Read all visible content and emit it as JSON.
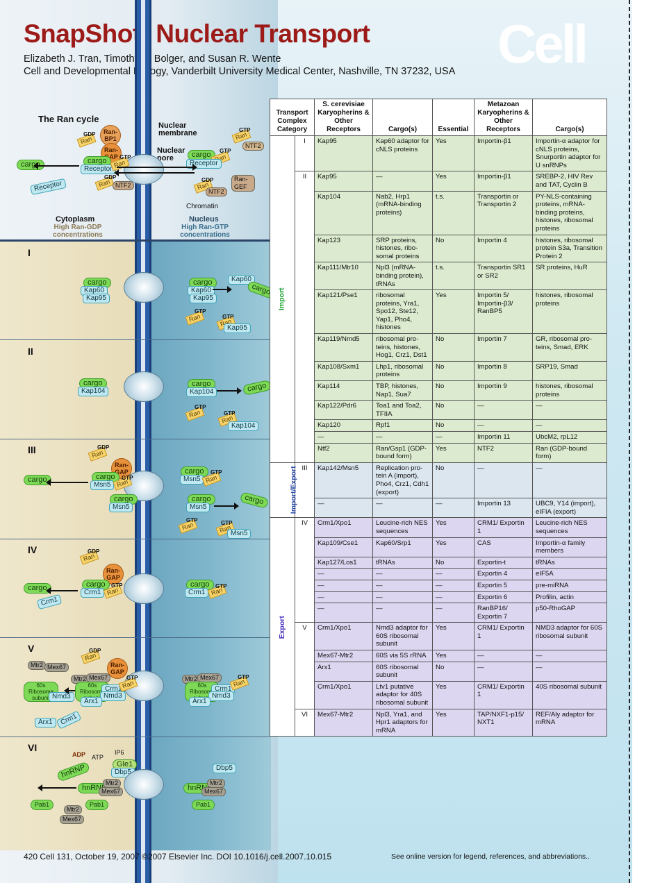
{
  "header": {
    "title": "SnapShot: Nuclear Transport",
    "authors": "Elizabeth J. Tran, Timothy A. Bolger, and Susan R. Wente",
    "affiliation": "Cell and Developmental Biology, Vanderbilt University Medical Center, Nashville, TN 37232, USA",
    "journal_logo": "Cell"
  },
  "figure": {
    "ran_cycle_title": "The Ran cycle",
    "nuclear_membrane": "Nuclear membrane",
    "nuclear_pore": "Nuclear pore",
    "chromatin": "Chromatin",
    "cytoplasm": "Cytoplasm",
    "cytoplasm_note": "High Ran-GDP concentrations",
    "nucleus": "Nucleus",
    "nucleus_note": "High Ran-GTP concentrations",
    "cargo": "cargo",
    "receptor": "Receptor",
    "ran": "Ran",
    "gtp": "GTP",
    "gdp": "GDP",
    "ranbp1": "Ran-BP1",
    "rangap": "Ran-GAP",
    "rangef": "Ran-GEF",
    "ntf2": "NTF2",
    "sections": [
      "I",
      "II",
      "III",
      "IV",
      "V",
      "VI"
    ],
    "kap60": "Kap60",
    "kap95": "Kap95",
    "kap104": "Kap104",
    "msn5": "Msn5",
    "crm1": "Crm1",
    "mtr2": "Mtr2",
    "mex67": "Mex67",
    "ribosome": "60s Ribosome subunit",
    "nmd3": "Nmd3",
    "arx1": "Arx1",
    "adp": "ADP",
    "atp": "ATP",
    "ip6": "IP6",
    "gle1": "Gle1",
    "dbp5": "Dbp5",
    "hnrnp": "hnRNP",
    "pab1": "Pab1"
  },
  "table": {
    "headers": [
      "Transport Complex Category",
      "S. cerevisiae Karyopherins & Other Receptors",
      "Cargo(s)",
      "Essential",
      "Metazoan Karyopherins & Other Receptors",
      "Cargo(s)"
    ],
    "categories": [
      "Import",
      "Import/Export",
      "Export"
    ],
    "rows": [
      {
        "group": "imp",
        "cls": "I",
        "recv": "Kap95",
        "cargo": "Kap60 adaptor for cNLS proteins",
        "ess": "Yes",
        "meta": "Importin-β1",
        "mcargo": "Importin-α adaptor for cNLS proteins, Snurportin adaptor for U snRNPs"
      },
      {
        "group": "imp",
        "cls": "II",
        "recv": "Kap95",
        "cargo": "—",
        "ess": "Yes",
        "meta": "Importin-β1",
        "mcargo": "SREBP-2, HIV Rev and TAT, Cyclin B"
      },
      {
        "group": "imp",
        "cls": "",
        "recv": "Kap104",
        "cargo": "Nab2, Hrp1 (mRNA-binding proteins)",
        "ess": "t.s.",
        "meta": "Transportin or Transportin 2",
        "mcargo": "PY-NLS-containing proteins, mRNA-binding proteins, histones, ribosomal proteins"
      },
      {
        "group": "imp",
        "cls": "",
        "recv": "Kap123",
        "cargo": "SRP proteins, histones, ribo-somal proteins",
        "ess": "No",
        "meta": "Importin 4",
        "mcargo": "histones, ribosomal protein S3a, Transition Protein 2"
      },
      {
        "group": "imp",
        "cls": "",
        "recv": "Kap111/Mtr10",
        "cargo": "Npl3 (mRNA-binding protein), tRNAs",
        "ess": "t.s.",
        "meta": "Transportin SR1 or SR2",
        "mcargo": "SR proteins, HuR"
      },
      {
        "group": "imp",
        "cls": "",
        "recv": "Kap121/Pse1",
        "cargo": "ribosomal proteins, Yra1, Spo12, Ste12, Yap1, Pho4, histones",
        "ess": "Yes",
        "meta": "Importin 5/ Importin-β3/ RanBP5",
        "mcargo": "histones, ribosomal proteins"
      },
      {
        "group": "imp",
        "cls": "",
        "recv": "Kap119/Nmd5",
        "cargo": "ribosomal pro-teins, histones, Hog1, Crz1, Dst1",
        "ess": "No",
        "meta": "Importin 7",
        "mcargo": "GR, ribosomal pro-teins, Smad, ERK"
      },
      {
        "group": "imp",
        "cls": "",
        "recv": "Kap108/Sxm1",
        "cargo": "Lhp1, ribosomal proteins",
        "ess": "No",
        "meta": "Importin 8",
        "mcargo": "SRP19, Smad"
      },
      {
        "group": "imp",
        "cls": "",
        "recv": "Kap114",
        "cargo": "TBP, histones, Nap1, Sua7",
        "ess": "No",
        "meta": "Importin 9",
        "mcargo": "histones, ribosomal proteins"
      },
      {
        "group": "imp",
        "cls": "",
        "recv": "Kap122/Pdr6",
        "cargo": "Toa1 and Toa2, TFIIA",
        "ess": "No",
        "meta": "—",
        "mcargo": "—"
      },
      {
        "group": "imp",
        "cls": "",
        "recv": "Kap120",
        "cargo": "Rpf1",
        "ess": "No",
        "meta": "—",
        "mcargo": "—"
      },
      {
        "group": "imp",
        "cls": "",
        "recv": "—",
        "cargo": "—",
        "ess": "—",
        "meta": "Importin 11",
        "mcargo": "UbcM2, rpL12"
      },
      {
        "group": "imp",
        "cls": "",
        "recv": "Ntf2",
        "cargo": "Ran/Gsp1 (GDP-bound form)",
        "ess": "Yes",
        "meta": "NTF2",
        "mcargo": "Ran (GDP-bound form)"
      },
      {
        "group": "ie",
        "cls": "III",
        "recv": "Kap142/Msn5",
        "cargo": "Replication pro-tein A (import), Pho4, Crz1, Cdh1 (export)",
        "ess": "No",
        "meta": "—",
        "mcargo": "—"
      },
      {
        "group": "ie",
        "cls": "",
        "recv": "—",
        "cargo": "—",
        "ess": "—",
        "meta": "Importin 13",
        "mcargo": "UBC9, Y14 (import), eIFIA (export)"
      },
      {
        "group": "exp",
        "cls": "IV",
        "recv": "Crm1/Xpo1",
        "cargo": "Leucine-rich NES sequences",
        "ess": "Yes",
        "meta": "CRM1/ Exportin 1",
        "mcargo": "Leucine-rich NES sequences"
      },
      {
        "group": "exp",
        "cls": "",
        "recv": "Kap109/Cse1",
        "cargo": "Kap60/Srp1",
        "ess": "Yes",
        "meta": "CAS",
        "mcargo": "Importin-α family members"
      },
      {
        "group": "exp",
        "cls": "",
        "recv": "Kap127/Los1",
        "cargo": "tRNAs",
        "ess": "No",
        "meta": "Exportin-t",
        "mcargo": "tRNAs"
      },
      {
        "group": "exp",
        "cls": "",
        "recv": "—",
        "cargo": "—",
        "ess": "—",
        "meta": "Exportin 4",
        "mcargo": "eIF5A"
      },
      {
        "group": "exp",
        "cls": "",
        "recv": "—",
        "cargo": "—",
        "ess": "—",
        "meta": "Exportin 5",
        "mcargo": "pre-miRNA"
      },
      {
        "group": "exp",
        "cls": "",
        "recv": "—",
        "cargo": "—",
        "ess": "—",
        "meta": "Exportin 6",
        "mcargo": "Profilin, actin"
      },
      {
        "group": "exp",
        "cls": "",
        "recv": "—",
        "cargo": "—",
        "ess": "—",
        "meta": "RanBP16/ Exportin 7",
        "mcargo": "p50-RhoGAP"
      },
      {
        "group": "exp",
        "cls": "V",
        "recv": "Crm1/Xpo1",
        "cargo": "Nmd3 adaptor for 60S ribosomal subunit",
        "ess": "Yes",
        "meta": "CRM1/ Exportin 1",
        "mcargo": "NMD3 adaptor for 60S ribosomal subunit"
      },
      {
        "group": "exp",
        "cls": "",
        "recv": "Mex67-Mtr2",
        "cargo": "60S via 5S rRNA",
        "ess": "Yes",
        "meta": "—",
        "mcargo": "—"
      },
      {
        "group": "exp",
        "cls": "",
        "recv": "Arx1",
        "cargo": "60S ribosomal subunit",
        "ess": "No",
        "meta": "—",
        "mcargo": "—"
      },
      {
        "group": "exp",
        "cls": "",
        "recv": "Crm1/Xpo1",
        "cargo": "Ltv1 putative adaptor for 40S ribosomal subunit",
        "ess": "Yes",
        "meta": "CRM1/ Exportin 1",
        "mcargo": "40S ribosomal subunit"
      },
      {
        "group": "exp",
        "cls": "VI",
        "recv": "Mex67-Mtr2",
        "cargo": "Npl3, Yra1, and Hpr1 adaptors for mRNA",
        "ess": "Yes",
        "meta": "TAP/NXF1-p15/ NXT1",
        "mcargo": "REF/Aly adaptor for mRNA"
      }
    ]
  },
  "footer": {
    "citation": "420  Cell 131, October 19, 2007 ©2007 Elsevier Inc.   DOI 10.1016/j.cell.2007.10.015",
    "note": "See online version for legend, references, and abbreviations.."
  },
  "colors": {
    "title": "#9c1a17",
    "import": "#dcebcf",
    "import_export": "#dbe6ef",
    "export": "#dcd6f0",
    "membrane": "#2a5fa8"
  }
}
